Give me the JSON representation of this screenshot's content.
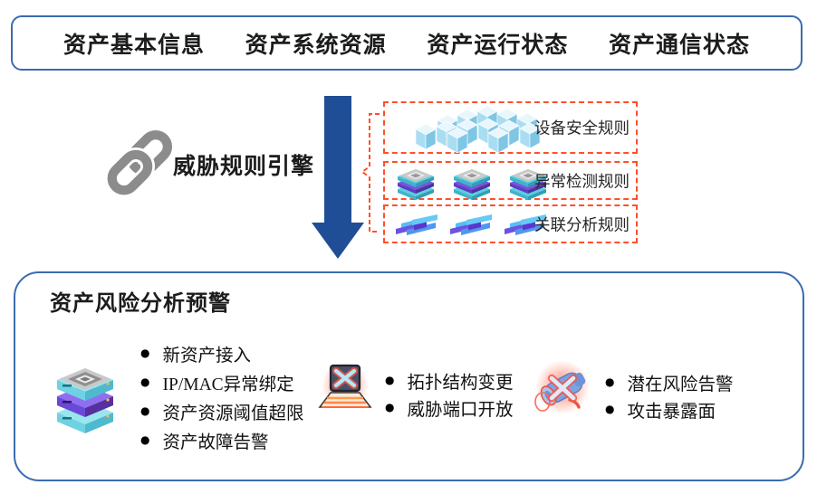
{
  "colors": {
    "container_border": "#3b6bb0",
    "arrow": "#1f4e96",
    "dashed_border": "#ff4f2b",
    "chain_icon": "#8c8c8c"
  },
  "glyphs": {
    "bullet": "●"
  },
  "top_bar": {
    "items": [
      "资产基本信息",
      "资产系统资源",
      "资产运行状态",
      "资产通信状态"
    ]
  },
  "engine": {
    "label": "威胁规则引擎",
    "icon": "chain-link-icon"
  },
  "rule_boxes": [
    {
      "label": "设备安全规则",
      "icon": "server-cubes-cluster-icon"
    },
    {
      "label": "异常检测规则",
      "icon": "server-stack-icon"
    },
    {
      "label": "关联分析规则",
      "icon": "connector-link-icon"
    }
  ],
  "bottom_panel": {
    "title": "资产风险分析预警",
    "groups": [
      {
        "icon": "server-rack-icon",
        "items": [
          "新资产接入",
          "IP/MAC异常绑定",
          "资产资源阈值超限",
          "资产故障告警"
        ]
      },
      {
        "icon": "alert-laptop-icon",
        "items": [
          "拓扑结构变更",
          "威胁端口开放"
        ]
      },
      {
        "icon": "alert-camera-icon",
        "items": [
          "潜在风险告警",
          "攻击暴露面"
        ]
      }
    ]
  }
}
